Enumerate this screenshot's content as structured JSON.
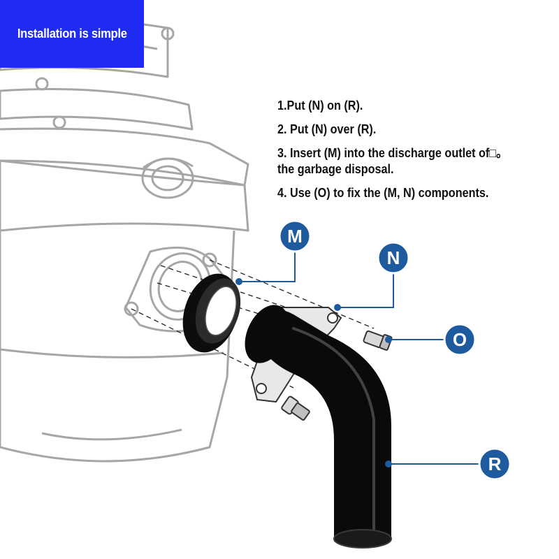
{
  "banner": {
    "title": "Installation is simple"
  },
  "steps": [
    "1.Put (N) on (R).",
    "2. Put (N) over (R).",
    "3. Insert (M) into the discharge outlet of□。 the garbage disposal.",
    "4. Use (O) to fix the (M, N) components."
  ],
  "callouts": {
    "m": "M",
    "n": "N",
    "o": "O",
    "r": "R"
  },
  "colors": {
    "banner": "#1f2bf0",
    "callout": "#1d5a9e",
    "pipe": "#0a0a0a",
    "line_art": "#9a9a9a"
  }
}
